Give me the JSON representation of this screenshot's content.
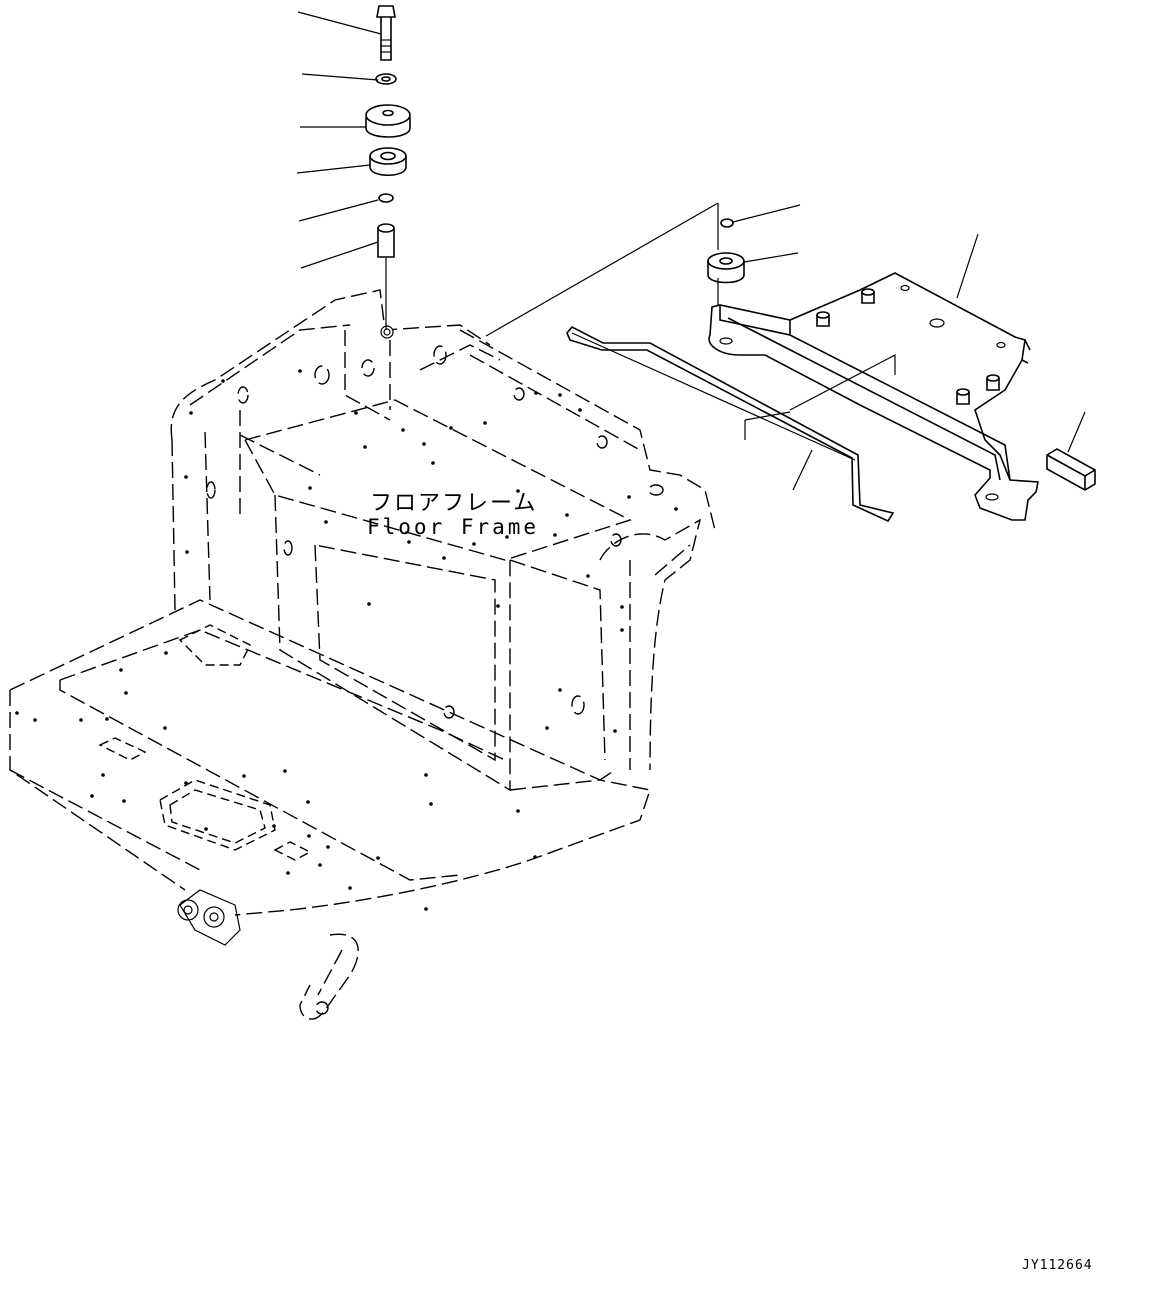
{
  "diagram": {
    "floor_frame_label_jp": "フロアフレーム",
    "floor_frame_label_en": "Floor Frame",
    "drawing_id": "JY112664"
  }
}
